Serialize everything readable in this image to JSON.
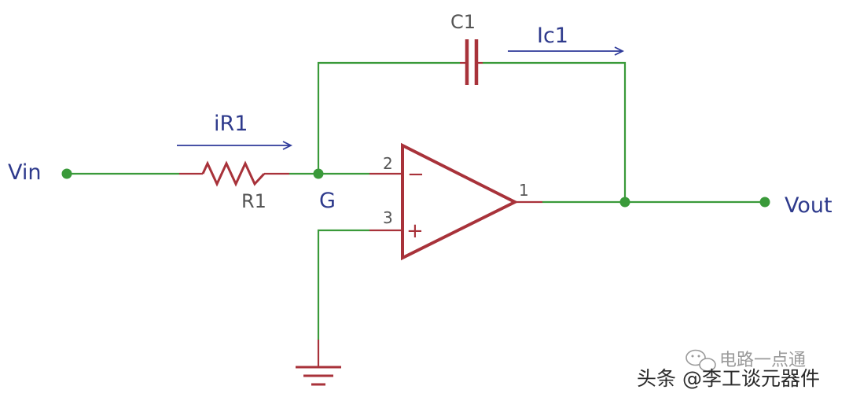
{
  "labels": {
    "vin": "Vin",
    "vout": "Vout",
    "ir1": "iR1",
    "r1": "R1",
    "g": "G",
    "c1": "C1",
    "ic1": "Ic1",
    "pin_inverting": "2",
    "pin_noninverting": "3",
    "pin_output": "1",
    "sign_minus": "−",
    "sign_plus": "+"
  },
  "watermark": {
    "secondary": "电路一点通",
    "primary": "头条 @李工谈元器件"
  },
  "colors": {
    "wire": "#3a9a3a",
    "component": "#a8323a",
    "label": "#2e3a8c",
    "arrow": "#2e3a9a"
  }
}
